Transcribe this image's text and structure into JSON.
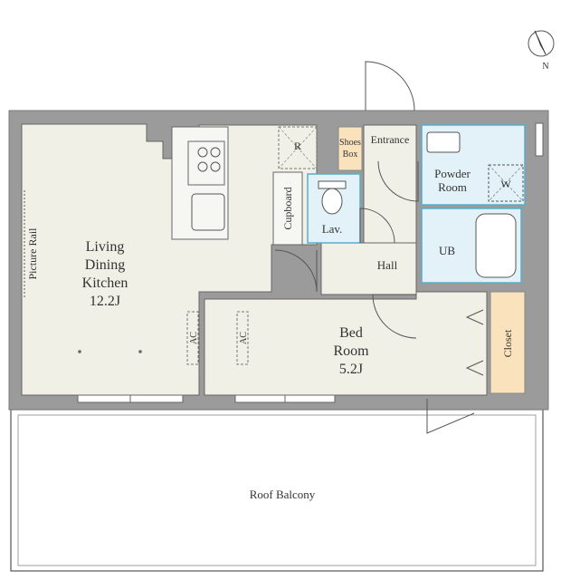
{
  "colors": {
    "wall": "#9b9b9b",
    "wall_stroke": "#7a7a7a",
    "room_fill": "#f1f0e7",
    "wet_fill": "#e2f2f8",
    "wet_stroke": "#59aecc",
    "storage_fill": "#fae3bc",
    "balcony_fill": "#ffffff",
    "line": "#555555"
  },
  "compass": {
    "label": "N"
  },
  "rooms": {
    "ldk": {
      "line1": "Living",
      "line2": "Dining",
      "line3": "Kitchen",
      "size": "12.2J"
    },
    "bed": {
      "line1": "Bed",
      "line2": "Room",
      "size": "5.2J"
    },
    "hall": "Hall",
    "entrance": "Entrance",
    "shoes_box": {
      "line1": "Shoes",
      "line2": "Box"
    },
    "powder_room": {
      "line1": "Powder",
      "line2": "Room"
    },
    "washer": "W",
    "ub": "UB",
    "lav": "Lav.",
    "cupboard": "Cupboard",
    "fridge": "R",
    "closet": "Closet",
    "picture_rail": "Picture Rail",
    "roof_balcony": "Roof Balcony",
    "ac_ldk": "AC",
    "ac_bed": "AC"
  }
}
